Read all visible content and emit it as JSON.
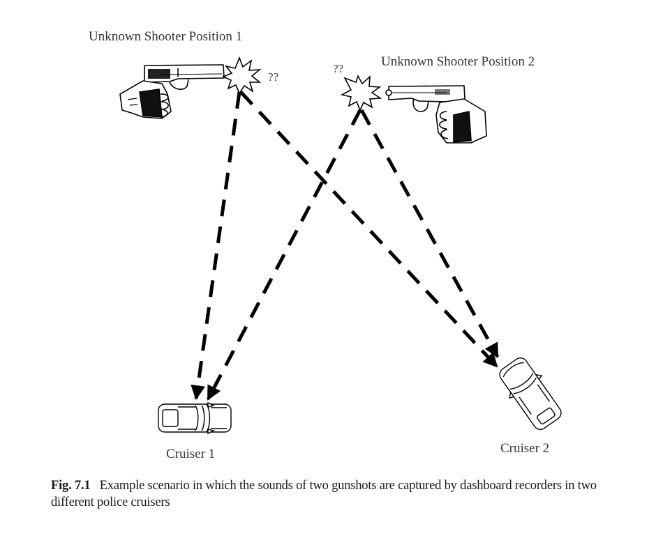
{
  "figure": {
    "labels": {
      "shooter1": "Unknown Shooter Position 1",
      "shooter2": "Unknown Shooter Position 2",
      "cruiser1": "Cruiser 1",
      "cruiser2": "Cruiser 2",
      "unknown_mark_1": "??",
      "unknown_mark_2": "??"
    },
    "icons": {
      "shooter1": "handgun-in-hand-icon",
      "shooter2": "handgun-in-hand-icon",
      "flash1": "muzzle-flash-icon",
      "flash2": "muzzle-flash-icon",
      "cruiser1": "police-car-top-view-icon",
      "cruiser2": "police-car-top-view-icon"
    },
    "sound_paths": [
      {
        "from": "Unknown Shooter Position 1",
        "to": "Cruiser 1",
        "style": "dashed-arrow"
      },
      {
        "from": "Unknown Shooter Position 1",
        "to": "Cruiser 2",
        "style": "dashed-arrow"
      },
      {
        "from": "Unknown Shooter Position 2",
        "to": "Cruiser 1",
        "style": "dashed-arrow"
      },
      {
        "from": "Unknown Shooter Position 2",
        "to": "Cruiser 2",
        "style": "dashed-arrow"
      }
    ]
  },
  "caption": {
    "number": "Fig. 7.1",
    "text": "Example scenario in which the sounds of two gunshots are captured by dashboard recorders in two different police cruisers"
  }
}
